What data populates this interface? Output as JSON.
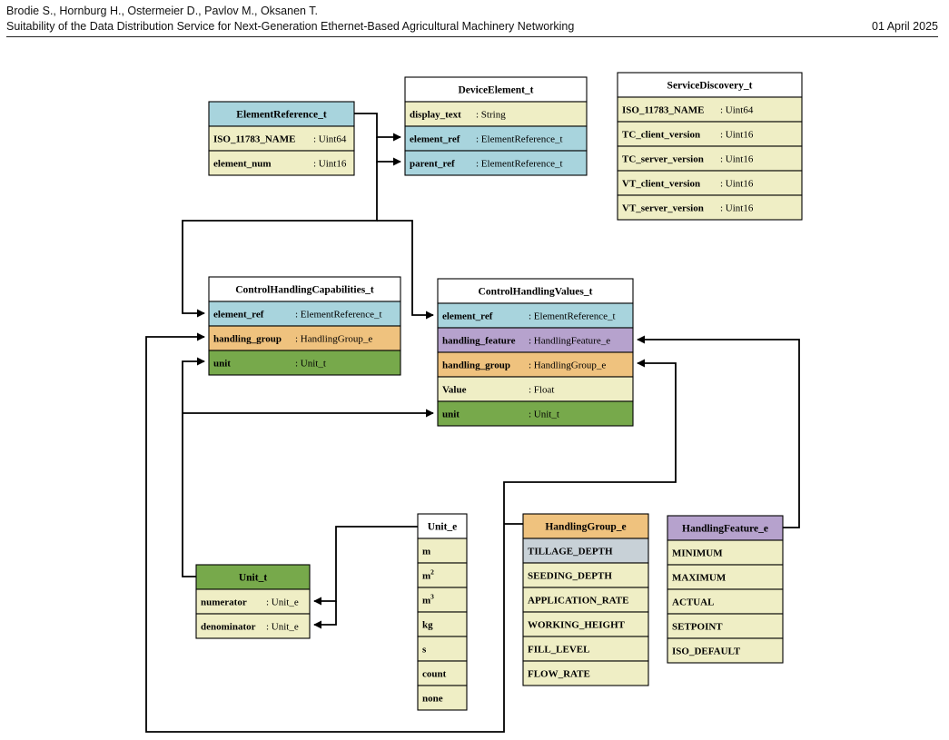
{
  "header": {
    "authors": "Brodie S., Hornburg H., Ostermeier D., Pavlov M., Oksanen T.",
    "title": "Suitability of the Data Distribution Service for Next-Generation Ethernet-Based Agricultural Machinery Networking",
    "date": "01 April 2025"
  },
  "colors": {
    "blue": "#a8d4dd",
    "cream": "#efeec5",
    "orange": "#efc27e",
    "green": "#77a94b",
    "purple": "#b6a2cd",
    "grey": "#c8d1d7",
    "white": "#ffffff"
  },
  "boxes": {
    "element_reference": {
      "title": "ElementReference_t",
      "rows": [
        {
          "name": "ISO_11783_NAME",
          "type": ": Uint64"
        },
        {
          "name": "element_num",
          "type": ": Uint16"
        }
      ]
    },
    "device_element": {
      "title": "DeviceElement_t",
      "rows": [
        {
          "name": "display_text",
          "type": ": String"
        },
        {
          "name": "element_ref",
          "type": ": ElementReference_t"
        },
        {
          "name": "parent_ref",
          "type": ": ElementReference_t"
        }
      ]
    },
    "service_discovery": {
      "title": "ServiceDiscovery_t",
      "rows": [
        {
          "name": "ISO_11783_NAME",
          "type": ": Uint64"
        },
        {
          "name": "TC_client_version",
          "type": ": Uint16"
        },
        {
          "name": "TC_server_version",
          "type": ": Uint16"
        },
        {
          "name": "VT_client_version",
          "type": ": Uint16"
        },
        {
          "name": "VT_server_version",
          "type": ": Uint16"
        }
      ]
    },
    "control_handling_capabilities": {
      "title": "ControlHandlingCapabilities_t",
      "rows": [
        {
          "name": "element_ref",
          "type": ": ElementReference_t"
        },
        {
          "name": "handling_group",
          "type": ": HandlingGroup_e"
        },
        {
          "name": "unit",
          "type": ": Unit_t"
        }
      ]
    },
    "control_handling_values": {
      "title": "ControlHandlingValues_t",
      "rows": [
        {
          "name": "element_ref",
          "type": ": ElementReference_t"
        },
        {
          "name": "handling_feature",
          "type": ": HandlingFeature_e"
        },
        {
          "name": "handling_group",
          "type": ": HandlingGroup_e"
        },
        {
          "name": "Value",
          "type": ": Float"
        },
        {
          "name": "unit",
          "type": ": Unit_t"
        }
      ]
    },
    "unit_t": {
      "title": "Unit_t",
      "rows": [
        {
          "name": "numerator",
          "type": ": Unit_e"
        },
        {
          "name": "denominator",
          "type": ": Unit_e"
        }
      ]
    },
    "unit_e": {
      "title": "Unit_e",
      "rows": [
        {
          "name": "m"
        },
        {
          "name": "m",
          "sup": "2"
        },
        {
          "name": "m",
          "sup": "3"
        },
        {
          "name": "kg"
        },
        {
          "name": "s"
        },
        {
          "name": "count"
        },
        {
          "name": "none"
        }
      ]
    },
    "handling_group": {
      "title": "HandlingGroup_e",
      "rows": [
        {
          "name": "TILLAGE_DEPTH"
        },
        {
          "name": "SEEDING_DEPTH"
        },
        {
          "name": "APPLICATION_RATE"
        },
        {
          "name": "WORKING_HEIGHT"
        },
        {
          "name": "FILL_LEVEL"
        },
        {
          "name": "FLOW_RATE"
        }
      ]
    },
    "handling_feature": {
      "title": "HandlingFeature_e",
      "rows": [
        {
          "name": "MINIMUM"
        },
        {
          "name": "MAXIMUM"
        },
        {
          "name": "ACTUAL"
        },
        {
          "name": "SETPOINT"
        },
        {
          "name": "ISO_DEFAULT"
        }
      ]
    }
  }
}
